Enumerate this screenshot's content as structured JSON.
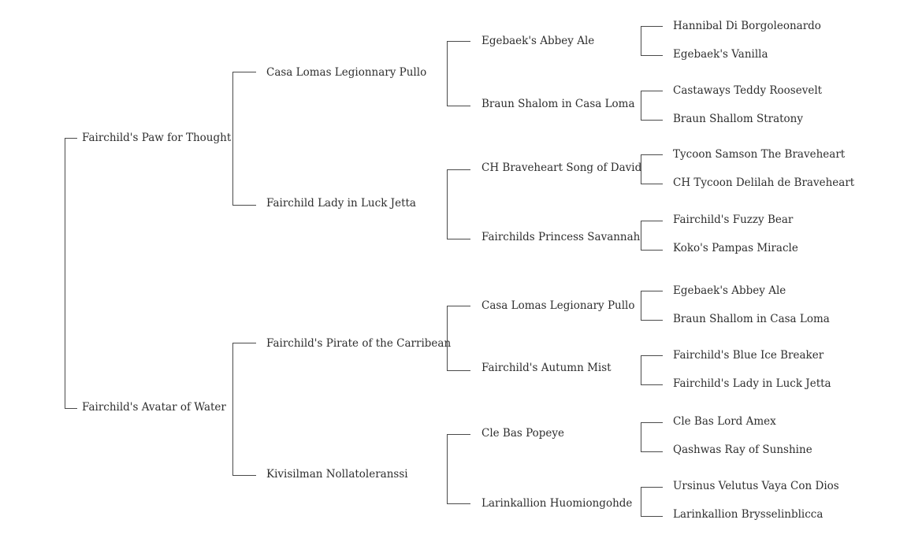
{
  "pedigree": {
    "generation1": [
      "Fairchild's Paw for Thought",
      "Fairchild's Avatar of Water"
    ],
    "generation2": [
      "Casa Lomas Legionnary Pullo",
      "Fairchild Lady in Luck Jetta",
      "Fairchild's Pirate of the Carribean",
      "Kivisilman Nollatoleranssi"
    ],
    "generation3": [
      "Egebaek's Abbey Ale",
      "Braun Shalom in Casa Loma",
      "CH Braveheart Song of David",
      "Fairchilds Princess Savannah",
      "Casa Lomas Legionary Pullo",
      "Fairchild's Autumn Mist",
      "Cle Bas Popeye",
      "Larinkallion Huomiongohde"
    ],
    "generation4": [
      "Hannibal Di Borgoleonardo",
      "Egebaek's Vanilla",
      "Castaways Teddy Roosevelt",
      "Braun Shallom Stratony",
      "Tycoon Samson The Braveheart",
      "CH Tycoon Delilah de Braveheart",
      "Fairchild's Fuzzy Bear",
      "Koko's Pampas Miracle",
      "Egebaek's  Abbey Ale",
      "Braun Shallom in Casa Loma",
      "Fairchild's Blue Ice Breaker",
      "Fairchild's Lady in Luck Jetta",
      "Cle Bas Lord Amex",
      "Qashwas Ray of Sunshine",
      "Ursinus Velutus Vaya Con Dios",
      "Larinkallion Brysselinblicca"
    ]
  }
}
